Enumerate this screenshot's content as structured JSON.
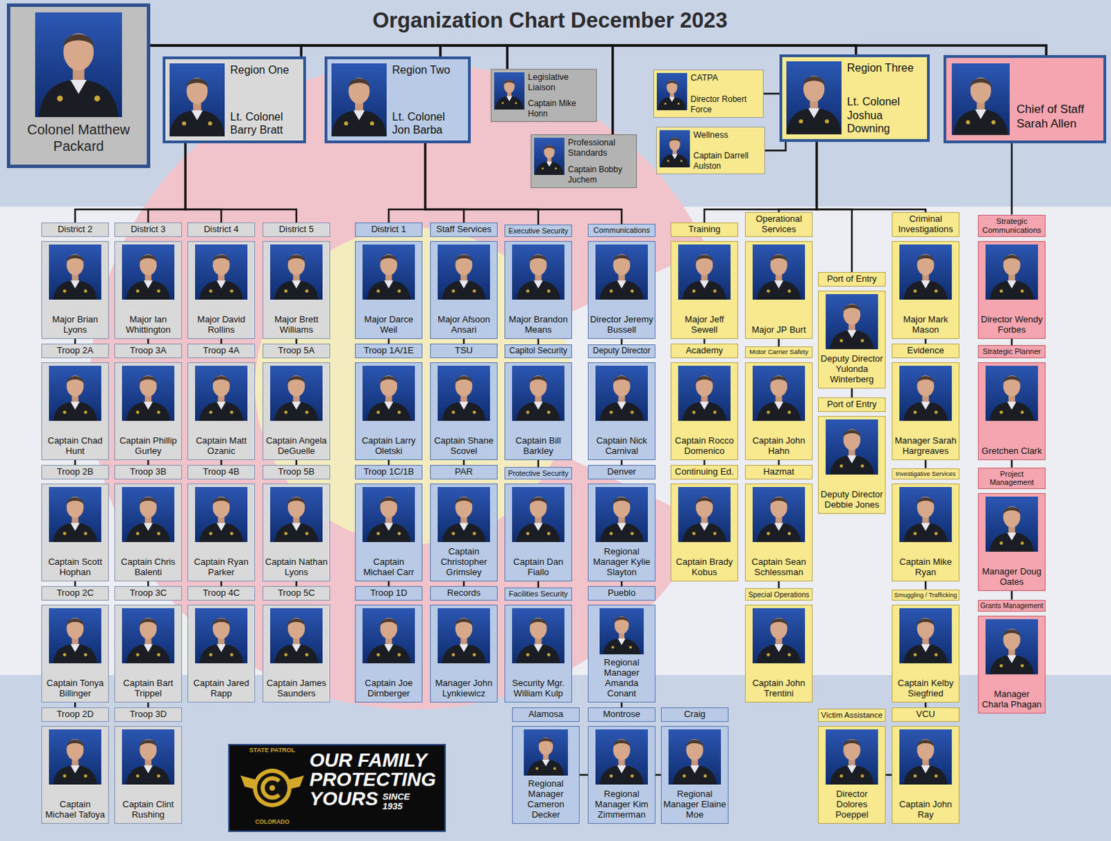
{
  "diagram": {
    "title": "Organization Chart December 2023",
    "nodes": [
      {
        "text": [
          "Colonel Matthew Packard"
        ]
      },
      {
        "text": [
          "Region One",
          "Lt. Colonel Barry Bratt"
        ]
      },
      {
        "text": [
          "Region Two",
          "Lt. Colonel Jon Barba"
        ]
      },
      {
        "text": [
          "Legislative Liaison",
          "Captain Mike Honn"
        ]
      },
      {
        "text": [
          "Professional Standards",
          "Captain Bobby Juchem"
        ]
      },
      {
        "text": [
          "CATPA",
          "Director Robert Force"
        ]
      },
      {
        "text": [
          "Wellness",
          "Captain Darrell Aulston"
        ]
      },
      {
        "text": [
          "Region Three",
          "Lt. Colonel Joshua Downing"
        ]
      },
      {
        "text": [
          "Chief of Staff Sarah Allen"
        ]
      },
      {
        "text": [
          "District 2",
          "Major Brian Lyons"
        ]
      },
      {
        "text": [
          "Troop 2A",
          "Captain Chad Hunt"
        ]
      },
      {
        "text": [
          "Troop 2B",
          "Captain Scott Hophan"
        ]
      },
      {
        "text": [
          "Troop 2C",
          "Captain Tonya Billinger"
        ]
      },
      {
        "text": [
          "Troop 2D",
          "Captain Michael Tafoya"
        ]
      },
      {
        "text": [
          "District 3",
          "Major Ian Whittington"
        ]
      },
      {
        "text": [
          "Troop 3A",
          "Captain Phillip Gurley"
        ]
      },
      {
        "text": [
          "Troop 3B",
          "Captain Chris Balenti"
        ]
      },
      {
        "text": [
          "Troop 3C",
          "Captain Bart Trippel"
        ]
      },
      {
        "text": [
          "Troop 3D",
          "Captain Clint Rushing"
        ]
      },
      {
        "text": [
          "District 4",
          "Major David Rollins"
        ]
      },
      {
        "text": [
          "Troop 4A",
          "Captain Matt Ozanic"
        ]
      },
      {
        "text": [
          "Troop 4B",
          "Captain Ryan Parker"
        ]
      },
      {
        "text": [
          "Troop 4C",
          "Captain Jared Rapp"
        ]
      },
      {
        "text": [
          "District 5",
          "Major Brett Williams"
        ]
      },
      {
        "text": [
          "Troop 5A",
          "Captain Angela DeGuelle"
        ]
      },
      {
        "text": [
          "Troop 5B",
          "Captain Nathan Lyons"
        ]
      },
      {
        "text": [
          "Troop 5C",
          "Captain James Saunders"
        ]
      },
      {
        "text": [
          "District 1",
          "Major Darce Weil"
        ]
      },
      {
        "text": [
          "Troop 1A/1E",
          "Captain Larry Oletski"
        ]
      },
      {
        "text": [
          "Troop 1C/1B",
          "Captain Michael Carr"
        ]
      },
      {
        "text": [
          "Troop 1D",
          "Captain Joe Dirnberger"
        ]
      },
      {
        "text": [
          "Staff Services",
          "Major Afsoon Ansari"
        ]
      },
      {
        "text": [
          "TSU",
          "Captain Shane Scovel"
        ]
      },
      {
        "text": [
          "PAR",
          "Captain Christopher Grimsley"
        ]
      },
      {
        "text": [
          "Records",
          "Manager John Lynkiewicz"
        ]
      },
      {
        "text": [
          "Executive Security",
          "Major Brandon Means"
        ]
      },
      {
        "text": [
          "Capitol Security",
          "Captain Bill Barkley"
        ]
      },
      {
        "text": [
          "Protective Security",
          "Captain Dan Fiallo"
        ]
      },
      {
        "text": [
          "Facilities Security",
          "Security Mgr. William Kulp"
        ]
      },
      {
        "text": [
          "Communications",
          "Director Jeremy Bussell"
        ]
      },
      {
        "text": [
          "Deputy Director",
          "Captain Nick Carnival"
        ]
      },
      {
        "text": [
          "Denver",
          "Regional Manager Kylie Slayton"
        ]
      },
      {
        "text": [
          "Pueblo",
          "Regional Manager Amanda Conant"
        ]
      },
      {
        "text": [
          "Alamosa",
          "Regional Manager Cameron Decker"
        ]
      },
      {
        "text": [
          "Montrose",
          "Regional Manager Kim Zimmerman"
        ]
      },
      {
        "text": [
          "Craig",
          "Regional Manager Elaine Moe"
        ]
      },
      {
        "text": [
          "Training",
          "Major Jeff Sewell"
        ]
      },
      {
        "text": [
          "Academy",
          "Captain Rocco Domenico"
        ]
      },
      {
        "text": [
          "Continuing Ed.",
          "Captain Brady Kobus"
        ]
      },
      {
        "text": [
          "Operational Services",
          "Major JP Burt"
        ]
      },
      {
        "text": [
          "Motor Carrier Safety",
          "Captain John Hahn"
        ]
      },
      {
        "text": [
          "Hazmat",
          "Captain Sean Schlessman"
        ]
      },
      {
        "text": [
          "Special Operations",
          "Captain John Trentini"
        ]
      },
      {
        "text": [
          "Port of Entry",
          "Deputy Director Yulonda Winterberg"
        ]
      },
      {
        "text": [
          "Port of Entry",
          "Deputy Director Debbie Jones"
        ]
      },
      {
        "text": [
          "Criminal Investigations",
          "Major Mark Mason"
        ]
      },
      {
        "text": [
          "Evidence",
          "Manager Sarah Hargreaves"
        ]
      },
      {
        "text": [
          "Investigative Services",
          "Captain Mike Ryan"
        ]
      },
      {
        "text": [
          "Smuggling / Trafficking",
          "Captain Kelby Siegfried"
        ]
      },
      {
        "text": [
          "VCU",
          "Captain John Ray"
        ]
      },
      {
        "text": [
          "Victim Assistance",
          "Director Dolores Poeppel"
        ]
      },
      {
        "text": [
          "Strategic Communications",
          "Director Wendy Forbes"
        ]
      },
      {
        "text": [
          "Strategic Planner",
          "Gretchen Clark"
        ]
      },
      {
        "text": [
          "Project Management",
          "Manager Doug Oates"
        ]
      },
      {
        "text": [
          "Grants Management",
          "Manager Charla Phagan"
        ]
      }
    ],
    "edges": [
      {
        "from": 0,
        "to": 1,
        "arrow": "none"
      },
      {
        "from": 0,
        "to": 2,
        "arrow": "none"
      },
      {
        "from": 0,
        "to": 3,
        "arrow": "none"
      },
      {
        "from": 0,
        "to": 4,
        "arrow": "none"
      },
      {
        "from": 0,
        "to": 7,
        "arrow": "none"
      },
      {
        "from": 0,
        "to": 8,
        "arrow": "none"
      },
      {
        "from": 7,
        "to": 5,
        "arrow": "none"
      },
      {
        "from": 7,
        "to": 6,
        "arrow": "none"
      },
      {
        "from": 1,
        "to": 9,
        "arrow": "none"
      },
      {
        "from": 1,
        "to": 14,
        "arrow": "none"
      },
      {
        "from": 1,
        "to": 19,
        "arrow": "none"
      },
      {
        "from": 1,
        "to": 23,
        "arrow": "none"
      },
      {
        "from": 2,
        "to": 27,
        "arrow": "none"
      },
      {
        "from": 2,
        "to": 31,
        "arrow": "none"
      },
      {
        "from": 2,
        "to": 35,
        "arrow": "none"
      },
      {
        "from": 2,
        "to": 39,
        "arrow": "none"
      },
      {
        "from": 7,
        "to": 46,
        "arrow": "none"
      },
      {
        "from": 7,
        "to": 49,
        "arrow": "none"
      },
      {
        "from": 7,
        "to": 53,
        "arrow": "none"
      },
      {
        "from": 7,
        "to": 55,
        "arrow": "none"
      },
      {
        "from": 8,
        "to": 61,
        "arrow": "none"
      },
      {
        "from": 9,
        "to": 10,
        "arrow": "none"
      },
      {
        "from": 10,
        "to": 11,
        "arrow": "none"
      },
      {
        "from": 11,
        "to": 12,
        "arrow": "none"
      },
      {
        "from": 12,
        "to": 13,
        "arrow": "none"
      },
      {
        "from": 14,
        "to": 15,
        "arrow": "none"
      },
      {
        "from": 15,
        "to": 16,
        "arrow": "none"
      },
      {
        "from": 16,
        "to": 17,
        "arrow": "none"
      },
      {
        "from": 17,
        "to": 18,
        "arrow": "none"
      },
      {
        "from": 19,
        "to": 20,
        "arrow": "none"
      },
      {
        "from": 20,
        "to": 21,
        "arrow": "none"
      },
      {
        "from": 21,
        "to": 22,
        "arrow": "none"
      },
      {
        "from": 23,
        "to": 24,
        "arrow": "none"
      },
      {
        "from": 24,
        "to": 25,
        "arrow": "none"
      },
      {
        "from": 25,
        "to": 26,
        "arrow": "none"
      },
      {
        "from": 27,
        "to": 28,
        "arrow": "none"
      },
      {
        "from": 28,
        "to": 29,
        "arrow": "none"
      },
      {
        "from": 29,
        "to": 30,
        "arrow": "none"
      },
      {
        "from": 31,
        "to": 32,
        "arrow": "none"
      },
      {
        "from": 32,
        "to": 33,
        "arrow": "none"
      },
      {
        "from": 33,
        "to": 34,
        "arrow": "none"
      },
      {
        "from": 35,
        "to": 36,
        "arrow": "none"
      },
      {
        "from": 36,
        "to": 37,
        "arrow": "none"
      },
      {
        "from": 37,
        "to": 38,
        "arrow": "none"
      },
      {
        "from": 39,
        "to": 40,
        "arrow": "none"
      },
      {
        "from": 40,
        "to": 41,
        "arrow": "none"
      },
      {
        "from": 41,
        "to": 42,
        "arrow": "none"
      },
      {
        "from": 42,
        "to": 44,
        "arrow": "none"
      },
      {
        "from": 44,
        "to": 43,
        "arrow": "none"
      },
      {
        "from": 44,
        "to": 45,
        "arrow": "none"
      },
      {
        "from": 46,
        "to": 47,
        "arrow": "none"
      },
      {
        "from": 47,
        "to": 48,
        "arrow": "none"
      },
      {
        "from": 49,
        "to": 50,
        "arrow": "none"
      },
      {
        "from": 50,
        "to": 51,
        "arrow": "none"
      },
      {
        "from": 51,
        "to": 52,
        "arrow": "none"
      },
      {
        "from": 53,
        "to": 54,
        "arrow": "none"
      },
      {
        "from": 55,
        "to": 56,
        "arrow": "none"
      },
      {
        "from": 56,
        "to": 57,
        "arrow": "none"
      },
      {
        "from": 57,
        "to": 58,
        "arrow": "none"
      },
      {
        "from": 58,
        "to": 59,
        "arrow": "none"
      },
      {
        "from": 59,
        "to": 60,
        "arrow": "none"
      },
      {
        "from": 61,
        "to": 62,
        "arrow": "none"
      },
      {
        "from": 62,
        "to": 63,
        "arrow": "none"
      },
      {
        "from": 63,
        "to": 64,
        "arrow": "none"
      }
    ],
    "labels": [
      "STATE PATROL",
      "COLORADO",
      "OUR FAMILY PROTECTING YOURS",
      "SINCE 1935"
    ]
  }
}
